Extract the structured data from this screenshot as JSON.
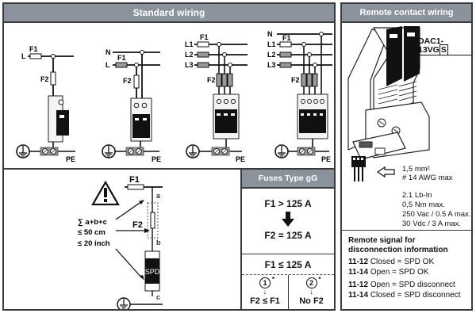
{
  "standard_wiring": {
    "title": "Standard wiring",
    "diagrams": [
      {
        "name": "single-pole",
        "lines": [
          "L"
        ],
        "fuse1_label": "F1",
        "fuse2_label": "F2",
        "ground_label": "PE"
      },
      {
        "name": "two-pole",
        "lines": [
          "N",
          "L"
        ],
        "fuse1_label": "F1",
        "fuse2_label": "F2",
        "ground_label": "PE"
      },
      {
        "name": "three-pole",
        "lines": [
          "L1",
          "L2",
          "L3"
        ],
        "fuse1_label": "F1",
        "fuse2_label": "F2",
        "ground_label": "PE"
      },
      {
        "name": "four-pole",
        "lines": [
          "N",
          "L1",
          "L2",
          "L3"
        ],
        "fuse1_label": "F1",
        "fuse2_label": "F2",
        "ground_label": "PE"
      }
    ]
  },
  "installation_rule": {
    "warning_icon": "warning-triangle-icon",
    "sum_label": "∑ a+b+c",
    "max_cm": "≤ 50 cm",
    "max_inch": "≤ 20 inch",
    "fuse1_label": "F1",
    "fuse2_label": "F2",
    "device_label": "SPD",
    "point_a": "a",
    "point_b": "b",
    "point_c": "c"
  },
  "fuses": {
    "title": "Fuses Type gG",
    "case_high": {
      "condition": "F1 > 125 A",
      "result": "F2 = 125 A"
    },
    "case_low": {
      "condition": "F1 ≤ 125 A",
      "options": [
        {
          "marker": "1",
          "note": "*",
          "result": "F2 ≤ F1"
        },
        {
          "marker": "2",
          "note": "*",
          "result": "No F2"
        }
      ]
    }
  },
  "remote_contact": {
    "title": "Remote contact wiring",
    "model_prefix": "DAC1-13VG",
    "model_suffix": "S",
    "wire_size": "1,5 mm²",
    "wire_awg": "# 14 AWG max",
    "torque_lb": "2.1 Lb-In",
    "torque_nm": "0,5 Nm max.",
    "rating_ac": "250 Vac / 0.5 A max.",
    "rating_dc": "30 Vdc / 3 A max.",
    "signal_title_1": "Remote signal for",
    "signal_title_2": "disconnection information",
    "signals": [
      {
        "contact": "11-12",
        "state": "Closed = SPD OK"
      },
      {
        "contact": "11-14",
        "state": "Open = SPD OK"
      },
      {
        "contact": "11-12",
        "state": "Open = SPD disconnect"
      },
      {
        "contact": "11-14",
        "state": "Closed = SPD disconnect"
      }
    ]
  }
}
